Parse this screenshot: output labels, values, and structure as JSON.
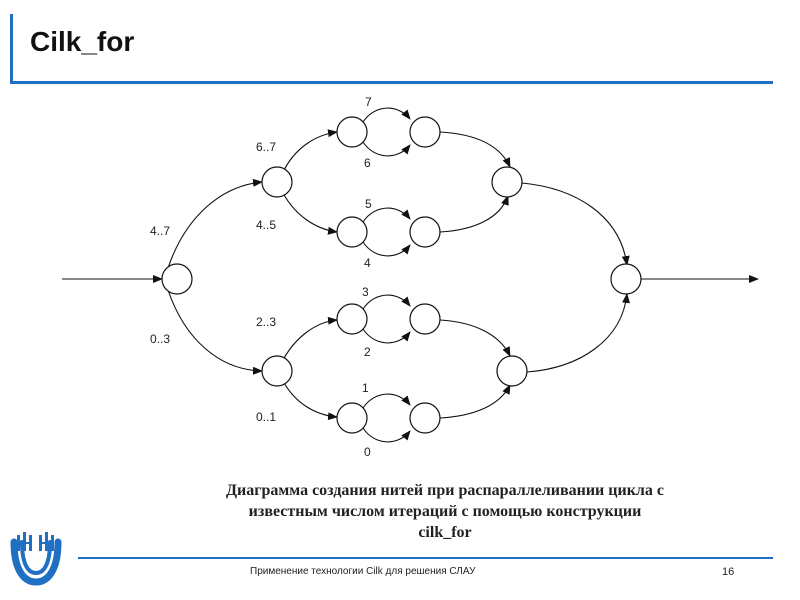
{
  "slide": {
    "title": "Cilk_for",
    "footer": "Применение технологии Cilk для решения СЛАУ",
    "page_number": "16"
  },
  "caption": {
    "lines": [
      "Диаграмма создания нитей при распараллеливании цикла с",
      "известным числом итераций с помощью конструкции",
      "cilk_for"
    ]
  },
  "diagram": {
    "labels": {
      "root_upper": "4..7",
      "root_lower": "0..3",
      "split_67": "6..7",
      "split_45": "4..5",
      "split_23": "2..3",
      "split_01": "0..1",
      "iter_7": "7",
      "iter_6": "6",
      "iter_5": "5",
      "iter_4": "4",
      "iter_3": "3",
      "iter_2": "2",
      "iter_1": "1",
      "iter_0": "0"
    }
  },
  "colors": {
    "accent": "#1f6fc4",
    "logo": "#1f6fc4"
  },
  "icons": {
    "logo": "university-logo-icon"
  }
}
